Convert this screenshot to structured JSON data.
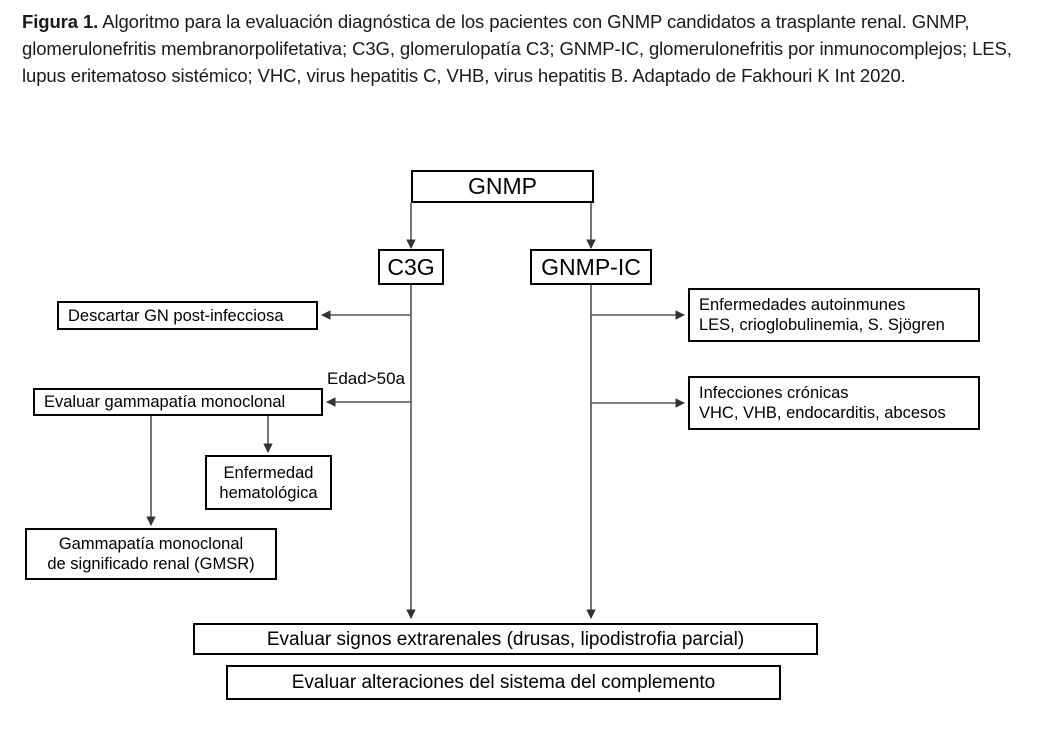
{
  "caption": {
    "figure_label": "Figura 1.",
    "text": " Algoritmo para la evaluación diagnóstica de los pacientes con GNMP candidatos a trasplante renal. GNMP, glomerulonefritis membranorpolifetativa; C3G, glomerulopatía C3; GNMP-IC, glomerulonefritis por inmunocomplejos; LES, lupus eritematoso sistémico; VHC, virus hepatitis C, VHB, virus hepatitis B. Adaptado de Fakhouri K Int 2020."
  },
  "diagram": {
    "type": "flowchart",
    "colors": {
      "stroke": "#000000",
      "edge": "#555555",
      "background": "#ffffff",
      "text": "#000000"
    },
    "nodes": {
      "gnmp": {
        "label": "GNMP"
      },
      "c3g": {
        "label": "C3G"
      },
      "gnmp_ic": {
        "label": "GNMP-IC"
      },
      "descartar_gn": {
        "label": "Descartar GN post-infecciosa"
      },
      "evaluar_gamma": {
        "label": "Evaluar gammapatía monoclonal"
      },
      "enf_hematologica": {
        "line1": "Enfermedad",
        "line2": "hematológica"
      },
      "gmsr": {
        "line1": "Gammapatía monoclonal",
        "line2": "de significado renal (GMSR)"
      },
      "autoinmunes": {
        "line1": "Enfermedades autoinmunes",
        "line2": "LES, crioglobulinemia, S. Sjögren"
      },
      "infecciones": {
        "line1": "Infecciones crónicas",
        "line2": "VHC, VHB, endocarditis, abcesos"
      },
      "signos_extra": {
        "label": "Evaluar signos extrarenales (drusas, lipodistrofia parcial)"
      },
      "alteraciones": {
        "label": "Evaluar alteraciones del sistema del complemento"
      }
    },
    "edge_labels": {
      "edad": "Edad>50a"
    }
  }
}
